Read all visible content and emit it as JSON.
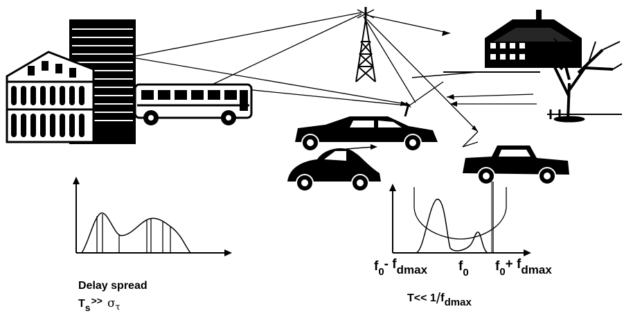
{
  "left_plot": {
    "caption": "Delay spread",
    "condition_main": "T",
    "condition_sub": "s",
    "condition_rel": ">>",
    "condition_sigma": "σ",
    "condition_tau": "τ"
  },
  "right_plot": {
    "tick_low_f": "f",
    "tick_low_sub0": "0",
    "tick_low_rest": "- f",
    "tick_low_sub": "dmax",
    "tick_center_f": "f",
    "tick_center_sub": "0",
    "tick_high_f": "f",
    "tick_high_sub0": "0",
    "tick_high_rest": "+ f",
    "tick_high_sub": "dmax",
    "condition_main": "T<< 1",
    "condition_slash": "/",
    "condition_f": "f",
    "condition_sub": "dmax"
  },
  "icons": {
    "tower": "radio-tower-icon",
    "buildings": "city-buildings-icon",
    "bus": "bus-icon",
    "farm": "barn-icon",
    "tree": "tree-icon",
    "cars": "car-icon"
  },
  "colors": {
    "ink": "#000000",
    "paper": "#ffffff"
  }
}
